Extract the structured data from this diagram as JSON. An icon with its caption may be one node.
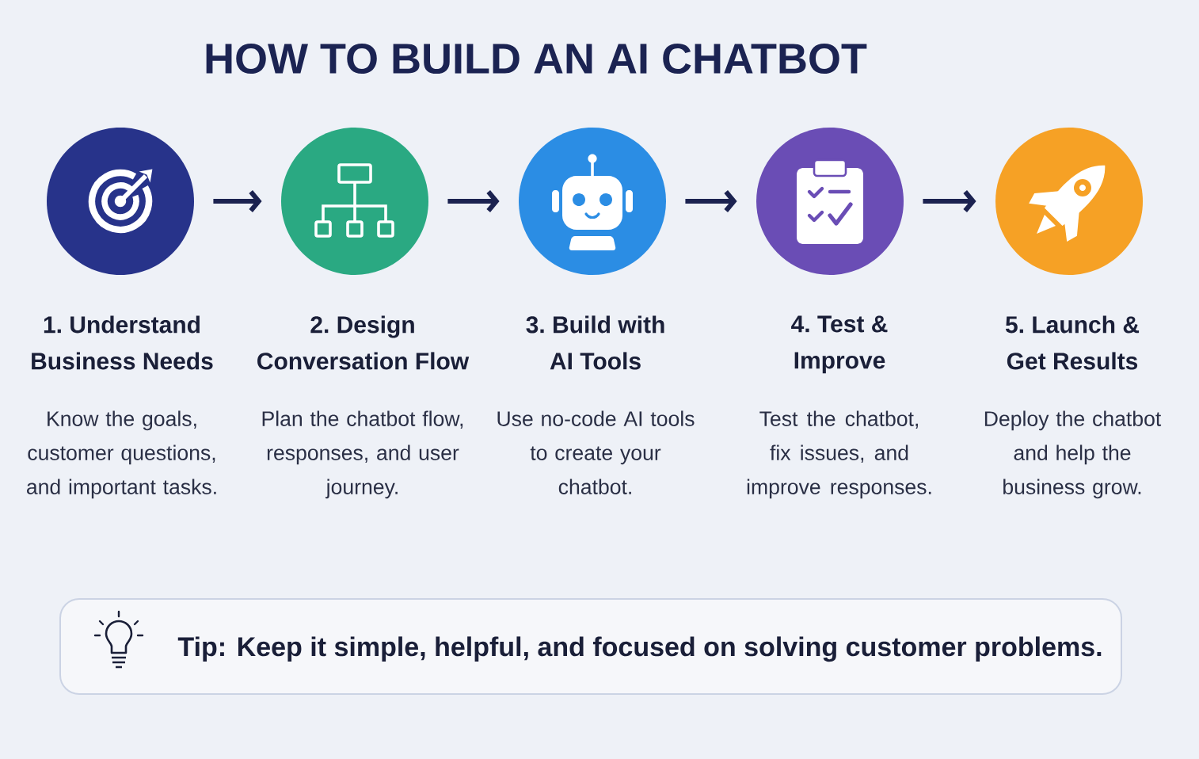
{
  "diagram": {
    "title": "HOW TO BUILD AN AI CHATBOT",
    "nodes": [
      {
        "text": [
          "1. Understand Business Needs",
          "Know the goals, customer questions, and important tasks."
        ]
      },
      {
        "text": [
          "2. Design Conversation Flow",
          "Plan the chatbot flow, responses, and user journey."
        ]
      },
      {
        "text": [
          "3. Build with AI Tools",
          "Use no-code AI tools to create your chatbot."
        ]
      },
      {
        "text": [
          "4. Test & Improve",
          "Test the chatbot, fix issues, and improve responses."
        ]
      },
      {
        "text": [
          "5. Launch & Get Results",
          "Deploy the chatbot and help the business grow."
        ]
      },
      {
        "text": [
          "Tip: Keep it simple, helpful, and focused on solving customer problems."
        ]
      }
    ],
    "edges": [
      {
        "from": 0,
        "to": 1,
        "arrow": "to"
      },
      {
        "from": 1,
        "to": 2,
        "arrow": "to"
      },
      {
        "from": 2,
        "to": 3,
        "arrow": "to"
      },
      {
        "from": 3,
        "to": 4,
        "arrow": "to"
      }
    ]
  }
}
